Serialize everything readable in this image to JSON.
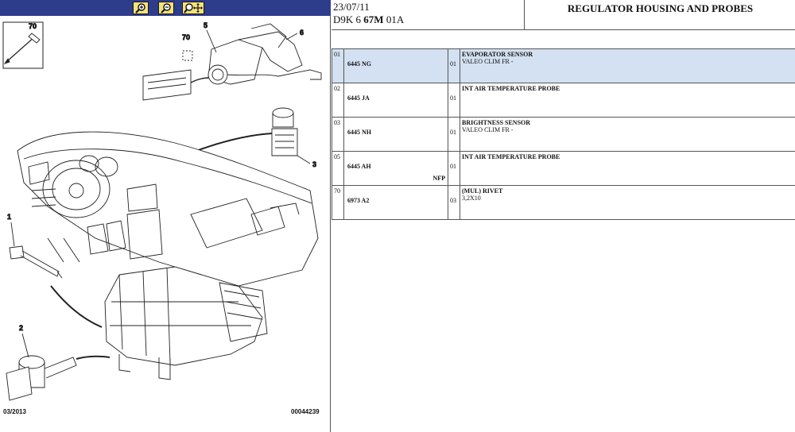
{
  "toolbar": {
    "zoom_in_icon": "zoom-in-icon",
    "zoom_out_icon": "zoom-out-icon",
    "pan_icon": "pan-icon",
    "bar_color": "#2e3c8c",
    "button_color": "#f4e27a"
  },
  "diagram": {
    "callouts": {
      "c70_rivet": "70",
      "c70_small": "70",
      "c5": "5",
      "c6": "6",
      "c3": "3",
      "c1": "1",
      "c2": "2"
    },
    "date": "03/2013",
    "ref": "00044239"
  },
  "header": {
    "date": "23/07/11",
    "code_prefix": "D9K 6 ",
    "code_bold": "67M",
    "code_suffix": " 01A",
    "title": "REGULATOR HOUSING AND PROBES"
  },
  "parts": [
    {
      "ref": "01",
      "part": "6445 NG",
      "note": "",
      "qty": "01",
      "title": "EVAPORATOR SENSOR",
      "sub": "VALEO CLIM FR -",
      "selected": true
    },
    {
      "ref": "02",
      "part": "6445 JA",
      "note": "",
      "qty": "01",
      "title": "INT AIR TEMPERATURE PROBE",
      "sub": "",
      "selected": false
    },
    {
      "ref": "03",
      "part": "6445 NH",
      "note": "",
      "qty": "01",
      "title": "BRIGHTNESS SENSOR",
      "sub": "VALEO CLIM FR -",
      "selected": false
    },
    {
      "ref": "05",
      "part": "6445 AH",
      "note": "NFP",
      "qty": "01",
      "title": "INT AIR TEMPERATURE PROBE",
      "sub": "",
      "selected": false
    },
    {
      "ref": "70",
      "part": "6973 A2",
      "note": "",
      "qty": "03",
      "title": "(MUL) RIVET",
      "sub": "3,2X10",
      "selected": false
    }
  ],
  "colors": {
    "selected_row": "#d3e1f2",
    "grid": "#555555"
  }
}
